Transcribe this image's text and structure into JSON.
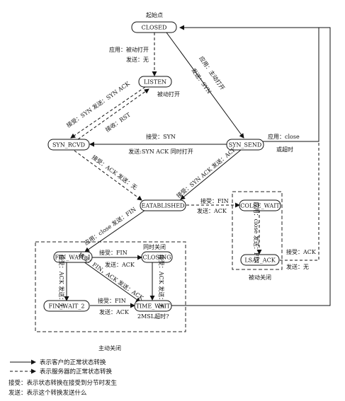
{
  "title": "起始点",
  "states": {
    "closed": "CLOSED",
    "listen": "LISTEN",
    "syn_rcvd": "SYN_RCVD",
    "syn_send": "SYN_SEND",
    "established": "EATABLISHED",
    "colse_wait": "COLSE_WAIT",
    "last_ack": "LSAT_ACK",
    "fin_wait_1": "FIN_WAIT_1",
    "closing": "CLOSING",
    "fin_wait_2": "FIN_WAIT_2",
    "time_wait": "TIME_WAIT"
  },
  "labels": {
    "app_passive_open": "应用：被动打开",
    "send_none_1": "发送：无",
    "app_active_open": "应用：主动打开",
    "send_syn_1": "发送：SYN",
    "passive_open": "被动打开",
    "recv_syn_send_syn_ack": "接受：SYN 发送：SYN ACK",
    "recv_rst": "接收：RST",
    "recv_syn": "接受：SYN",
    "send_syn_ack_simul": "发送:SYN ACK 同时打开",
    "app_close": "应用：close",
    "or_timeout": "或超时",
    "recv_ack_send_none": "接受：ACK 发送：无",
    "recv_syn_ack_send_ack": "接受：SYN ACK 发送：ACK",
    "recv_fin_1": "接受：FIN",
    "send_ack_1": "发送：ACK",
    "passive_close": "被动关闭",
    "app_close_send_fin_1": "应用：close 发送：FIN",
    "app_close_send_fin_2": "应用：close 发送：FIN",
    "recv_ack_2": "接受：ACK",
    "send_none_2": "发送：无",
    "recv_fin_2": "接受：FIN",
    "send_ack_2": "发送：ACK",
    "simul_close": "同时关闭",
    "recv_ack_send_none_2": "接受：ACK 发送：无",
    "recv_fin_ack_send_ack": "接受：FIN，ACK 发送：ACK",
    "recv_ack_send_none_3": "接受：ACK 发送：无",
    "recv_fin_3": "接受：FIN",
    "send_ack_3": "发送：ACK",
    "msl_timeout": "2MSL超时?",
    "active_close": "主动关闭"
  },
  "legend": {
    "solid": "表示客户的正常状态转换",
    "dashed": "表示服务器的正常状态转换",
    "note1": "接受：表示状态转换在接受到分节时发生",
    "note2": "发送：表示这个转换发送什么"
  }
}
